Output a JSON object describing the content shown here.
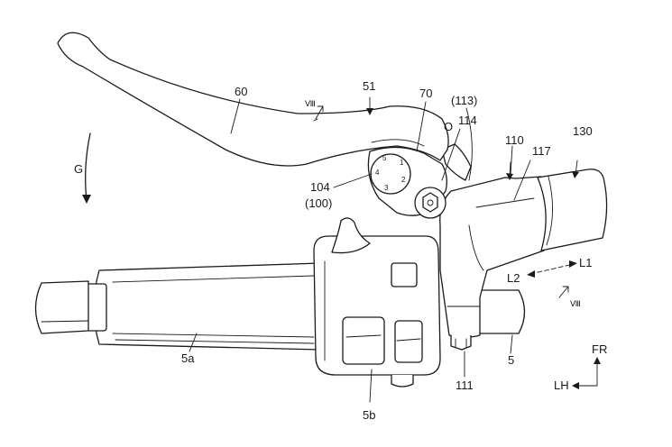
{
  "labels": {
    "l60": "60",
    "l51": "51",
    "l70": "70",
    "l113": "(113)",
    "l114": "114",
    "lO": "O",
    "l110": "110",
    "l117": "117",
    "l130": "130",
    "lG": "G",
    "l104": "104",
    "l100": "(100)",
    "l5a": "5a",
    "l5b": "5b",
    "l5": "5",
    "l111": "111",
    "lL1": "L1",
    "lL2": "L2",
    "lFR": "FR",
    "lLH": "LH",
    "lVIII_top": "Ⅷ",
    "lVIII_right": "Ⅷ"
  },
  "dial_marks": [
    "1",
    "2",
    "3",
    "4",
    "5"
  ]
}
